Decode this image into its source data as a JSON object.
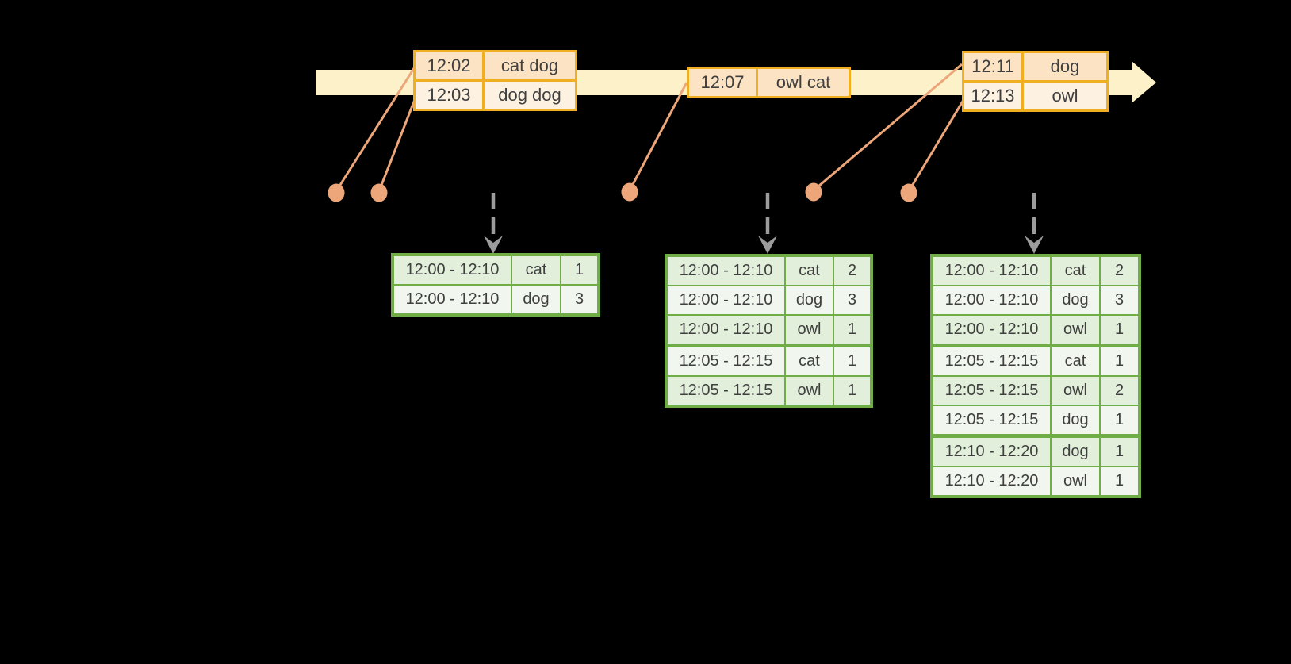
{
  "colors": {
    "background": "#000000",
    "timeline_band": "#fcf1c9",
    "amber_border": "#f0ae22",
    "peach_row": "#fbe3c4",
    "cream_row": "#fdf2e2",
    "salmon": "#eda679",
    "gray_arrow": "#9c9c9c",
    "green_border": "#70ad47",
    "green_row_a": "#e2efda",
    "green_row_b": "#f1f7ee",
    "text": "#3f3f3f"
  },
  "event_tables": [
    {
      "rows": [
        [
          "12:02",
          "cat dog"
        ],
        [
          "12:03",
          "dog dog"
        ]
      ]
    },
    {
      "rows": [
        [
          "12:07",
          "owl cat"
        ]
      ]
    },
    {
      "rows": [
        [
          "12:11",
          "dog"
        ],
        [
          "12:13",
          "owl"
        ]
      ]
    }
  ],
  "result_tables": [
    {
      "rows": [
        [
          "12:00 - 12:10",
          "cat",
          1
        ],
        [
          "12:00 - 12:10",
          "dog",
          3
        ]
      ],
      "group_breaks": []
    },
    {
      "rows": [
        [
          "12:00 - 12:10",
          "cat",
          2
        ],
        [
          "12:00 - 12:10",
          "dog",
          3
        ],
        [
          "12:00 - 12:10",
          "owl",
          1
        ],
        [
          "12:05 - 12:15",
          "cat",
          1
        ],
        [
          "12:05 - 12:15",
          "owl",
          1
        ]
      ],
      "group_breaks": [
        3
      ]
    },
    {
      "rows": [
        [
          "12:00 - 12:10",
          "cat",
          2
        ],
        [
          "12:00 - 12:10",
          "dog",
          3
        ],
        [
          "12:00 - 12:10",
          "owl",
          1
        ],
        [
          "12:05 - 12:15",
          "cat",
          1
        ],
        [
          "12:05 - 12:15",
          "owl",
          2
        ],
        [
          "12:05 - 12:15",
          "dog",
          1
        ],
        [
          "12:10 - 12:20",
          "dog",
          1
        ],
        [
          "12:10 - 12:20",
          "owl",
          1
        ]
      ],
      "group_breaks": [
        3,
        6
      ]
    }
  ]
}
